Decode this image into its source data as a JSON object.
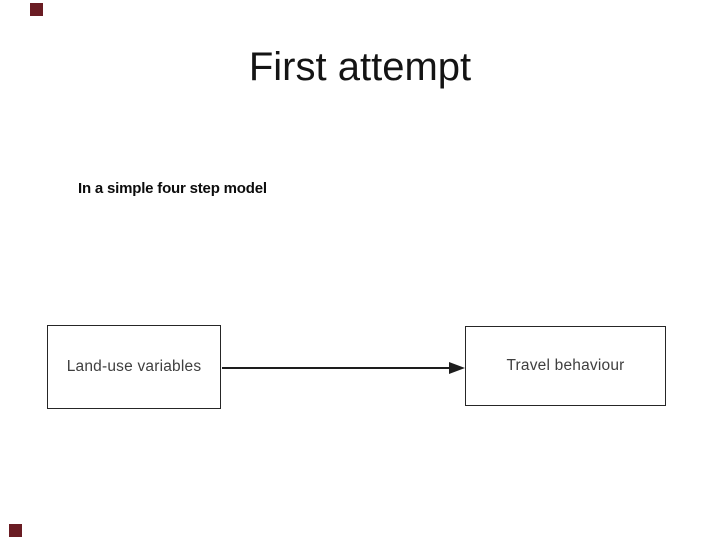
{
  "slide": {
    "title": "First attempt",
    "body_text": "In a simple four step model",
    "diagram": {
      "left_box_label": "Land-use variables",
      "right_box_label": "Travel behaviour",
      "arrow_direction": "left-to-right",
      "border_color": "#262626",
      "label_color": "#3f3f3f"
    },
    "decoration": {
      "corner_square_color": "#6a1c23"
    }
  }
}
